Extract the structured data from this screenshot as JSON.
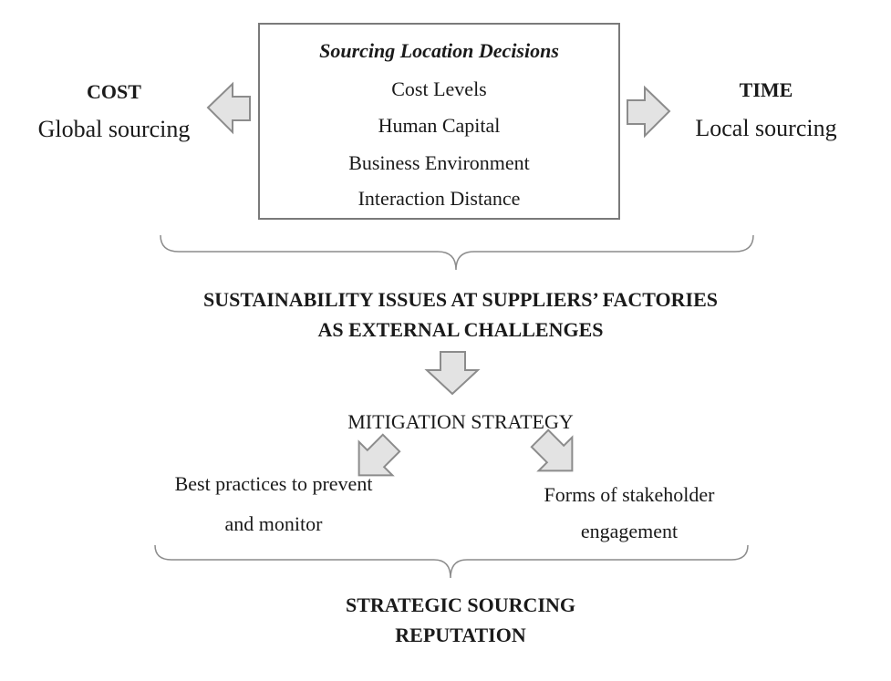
{
  "decisions_box": {
    "title": "Sourcing Location Decisions",
    "items": [
      "Cost Levels",
      "Human Capital",
      "Business Environment",
      "Interaction Distance"
    ]
  },
  "left_option": {
    "heading": "COST",
    "label": "Global sourcing"
  },
  "right_option": {
    "heading": "TIME",
    "label": "Local sourcing"
  },
  "challenges": {
    "line1": "SUSTAINABILITY ISSUES AT SUPPLIERS’ FACTORIES",
    "line2": "AS EXTERNAL CHALLENGES"
  },
  "mitigation": {
    "label": "MITIGATION STRATEGY",
    "left_branch": {
      "line1": "Best practices to prevent",
      "line2": "and monitor"
    },
    "right_branch": {
      "line1": "Forms of stakeholder",
      "line2": "engagement"
    }
  },
  "outcome": {
    "line1": "STRATEGIC SOURCING",
    "line2": "REPUTATION"
  },
  "colors": {
    "arrow_fill": "#e3e3e3",
    "arrow_stroke": "#8c8c8c",
    "box_border": "#7a7a7a",
    "brace": "#8c8c8c"
  }
}
